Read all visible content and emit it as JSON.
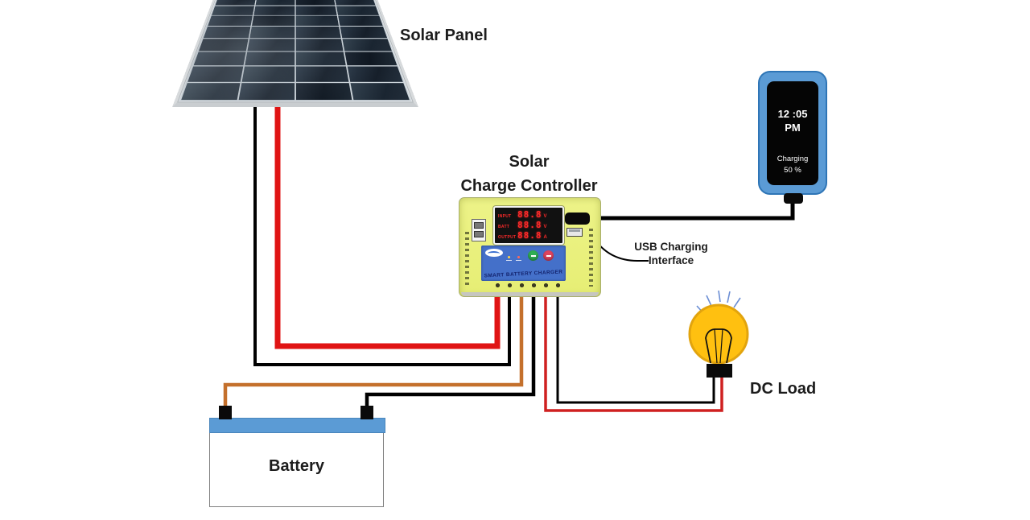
{
  "labels": {
    "solar_panel": "Solar Panel",
    "controller_line1": "Solar",
    "controller_line2": "Charge Controller",
    "usb_line1": "USB Charging",
    "usb_line2": "Interface",
    "dc_load": "DC Load",
    "battery": "Battery"
  },
  "phone": {
    "time": "12 :05",
    "meridiem": "PM",
    "status": "Charging",
    "percent": "50 %"
  },
  "controller": {
    "banner": "SMART BATTERY CHARGER",
    "display_rows": [
      {
        "label": "INPUT",
        "value": "88.8",
        "unit": "V"
      },
      {
        "label": "BATT",
        "value": "88.8",
        "unit": "V"
      },
      {
        "label": "OUTPUT",
        "value": "88.8",
        "unit": "A"
      }
    ]
  },
  "colors": {
    "wire_red": "#e01414",
    "wire_black": "#000000",
    "wire_orange": "#c4702c",
    "wire_load_red": "#cf2020",
    "device_blue": "#5b9bd5",
    "device_blue_border": "#2e75b6",
    "panel_blue": "#4470c9",
    "bulb_yellow": "#ffc010",
    "bulb_stroke": "#e2a40e",
    "ray_blue": "#6b8ed4",
    "display_red": "#ff2a2a",
    "button_green": "#2fae54",
    "button_red": "#e0445e",
    "label_color": "#1c1c1c"
  }
}
